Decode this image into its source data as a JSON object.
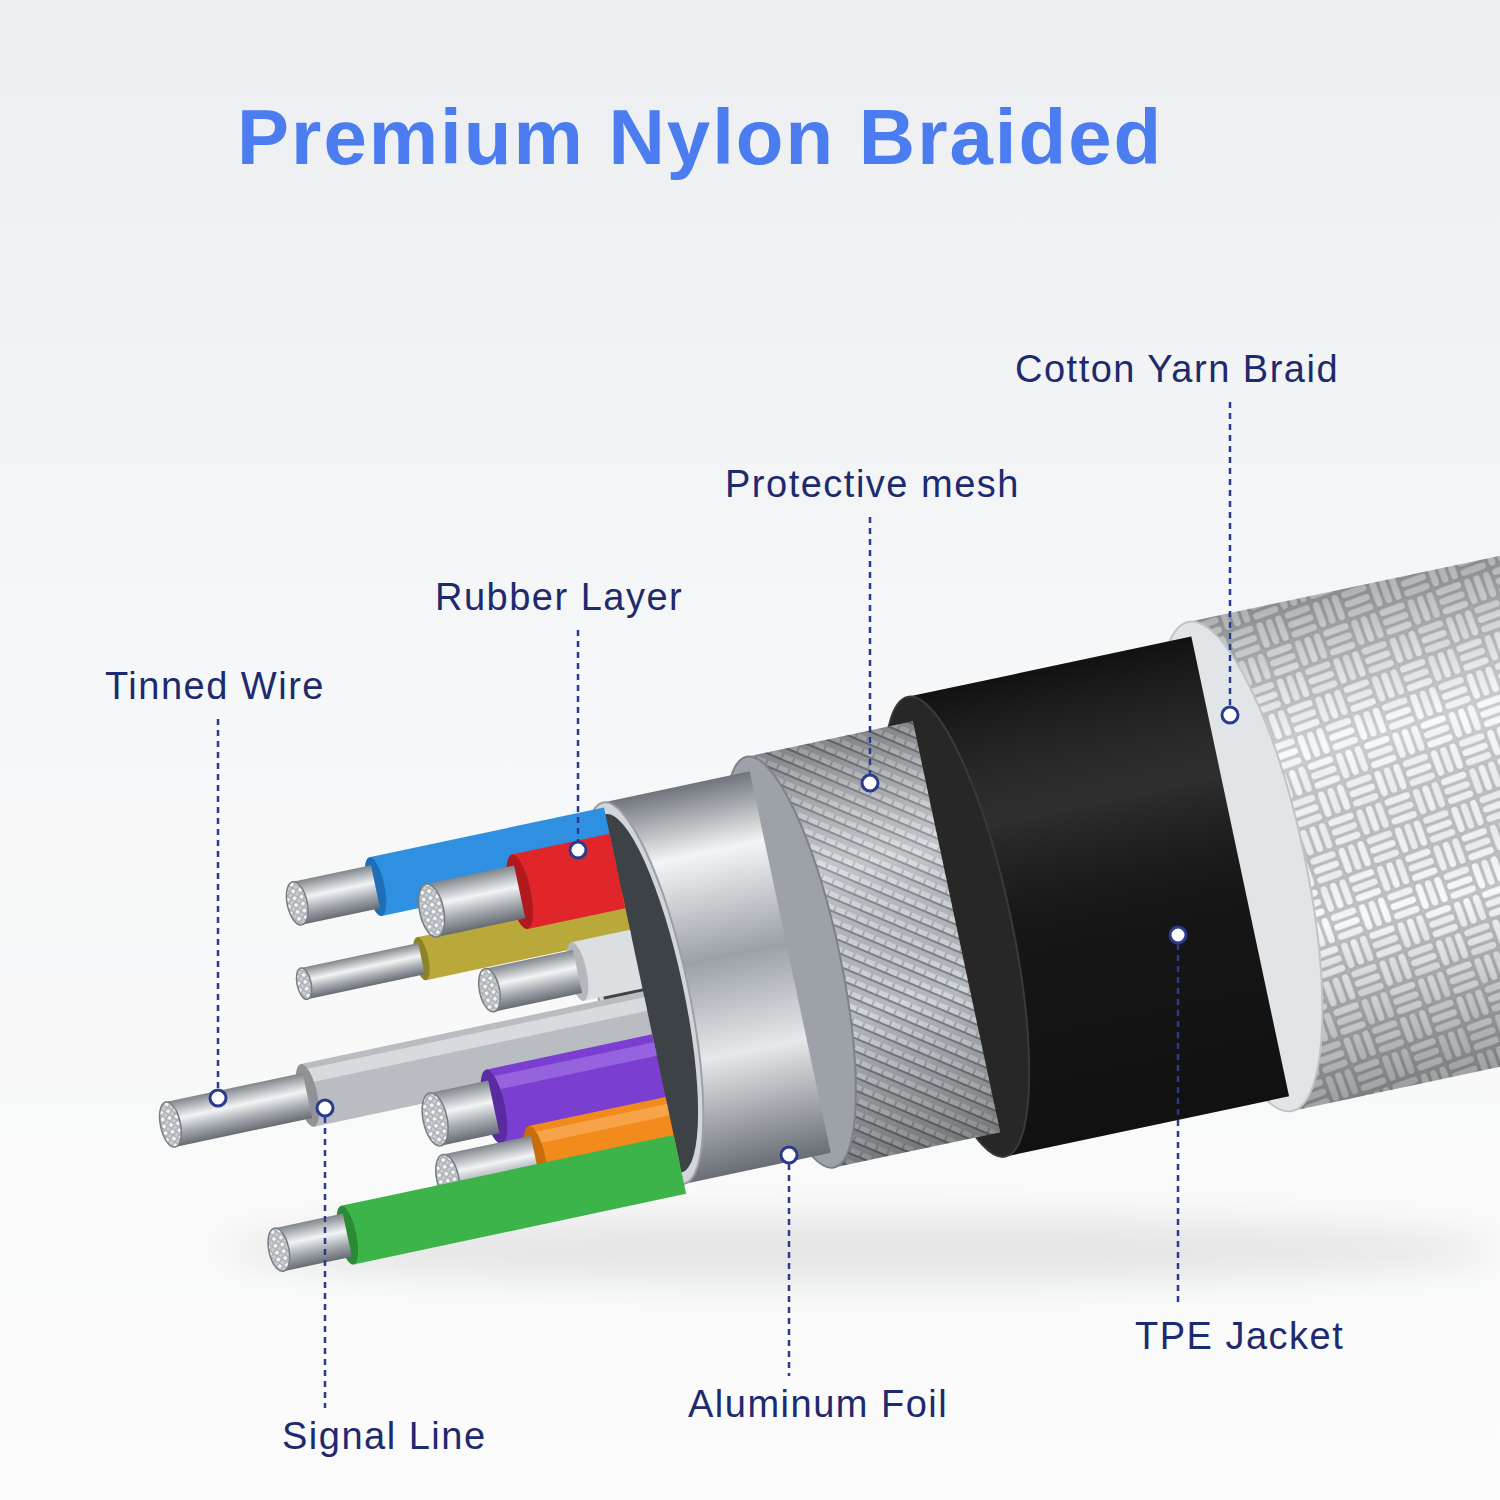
{
  "diagram": {
    "title": "Premium Nylon Braided",
    "labels": [
      "Cotton Yarn Braid",
      "Protective mesh",
      "Rubber Layer",
      "Tinned Wire",
      "TPE Jacket",
      "Aluminum Foil",
      "Signal Line"
    ]
  }
}
